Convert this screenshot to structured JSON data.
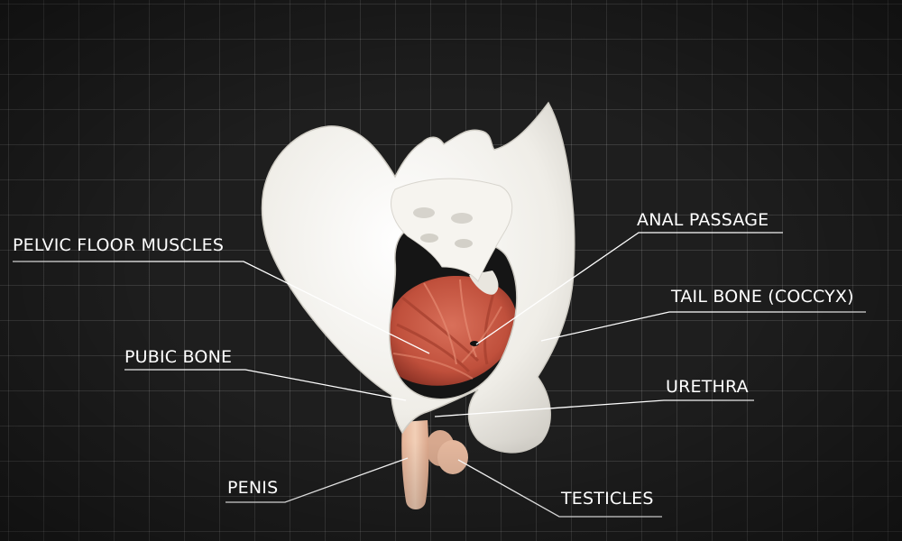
{
  "labels": {
    "pelvic_floor_muscles": "PELVIC FLOOR MUSCLES",
    "pubic_bone": "PUBIC BONE",
    "penis": "PENIS",
    "anal_passage": "ANAL PASSAGE",
    "tail_bone": "TAIL BONE (COCCYX)",
    "urethra": "URETHRA",
    "testicles": "TESTICLES"
  },
  "colors": {
    "background": "#1e1e1e",
    "grid": "#3a3a3a",
    "bone": "#f1efe9",
    "muscle": "#c8553f",
    "skin": "#ecc3a8",
    "leader_line": "#ffffff"
  }
}
